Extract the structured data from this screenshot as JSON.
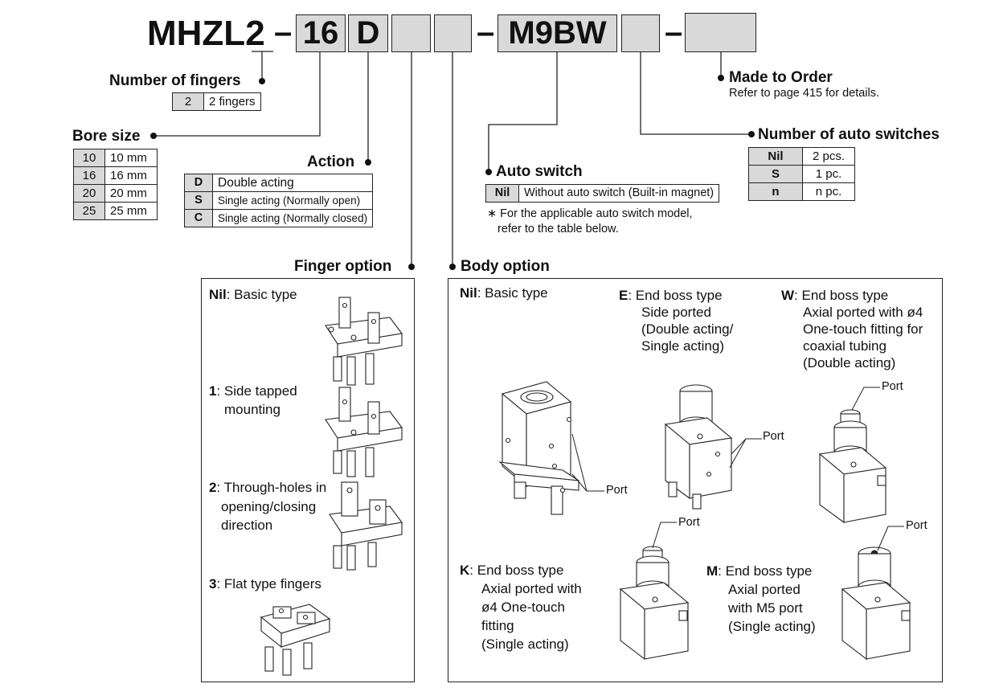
{
  "code": {
    "prefix": "MHZL",
    "fingers_value": "2",
    "dash1": "–",
    "bore_value": "16",
    "action_value": "D",
    "dash2": "–",
    "switch_value": "M9BW",
    "dash3": "–"
  },
  "fingers": {
    "title": "Number of fingers",
    "rows": [
      {
        "key": "2",
        "desc": "2 fingers"
      }
    ]
  },
  "bore": {
    "title": "Bore size",
    "rows": [
      {
        "key": "10",
        "desc": "10 mm"
      },
      {
        "key": "16",
        "desc": "16 mm"
      },
      {
        "key": "20",
        "desc": "20 mm"
      },
      {
        "key": "25",
        "desc": "25 mm"
      }
    ]
  },
  "action": {
    "title": "Action",
    "rows": [
      {
        "key": "D",
        "desc": "Double acting"
      },
      {
        "key": "S",
        "desc": "Single acting (Normally open)"
      },
      {
        "key": "C",
        "desc": "Single acting (Normally closed)"
      }
    ]
  },
  "auto_switch": {
    "title": "Auto switch",
    "key": "Nil",
    "desc": "Without auto switch (Built-in magnet)",
    "note_line1": "∗ For the applicable auto switch model,",
    "note_line2": "refer to the table below."
  },
  "num_switches": {
    "title": "Number of auto switches",
    "rows": [
      {
        "key": "Nil",
        "desc": "2 pcs."
      },
      {
        "key": "S",
        "desc": "1 pc."
      },
      {
        "key": "n",
        "desc": "n pc."
      }
    ]
  },
  "made_to_order": {
    "title": "Made to Order",
    "note": "Refer to page 415 for details."
  },
  "finger_option": {
    "title": "Finger option",
    "items": [
      {
        "key": "Nil",
        "line1": ": Basic type",
        "line2": "",
        "line3": ""
      },
      {
        "key": "1",
        "line1": ": Side tapped",
        "line2": "mounting",
        "line3": ""
      },
      {
        "key": "2",
        "line1": ": Through-holes in",
        "line2": "opening/closing",
        "line3": "direction"
      },
      {
        "key": "3",
        "line1": ": Flat type fingers",
        "line2": "",
        "line3": ""
      }
    ]
  },
  "body_option": {
    "title": "Body option",
    "port_label": "Port",
    "items": {
      "nil": {
        "key": "Nil",
        "lines": [
          ": Basic type"
        ]
      },
      "e": {
        "key": "E",
        "lines": [
          ": End boss type",
          "Side ported",
          "(Double acting/",
          "Single acting)"
        ]
      },
      "w": {
        "key": "W",
        "lines": [
          ": End boss type",
          "Axial ported with ø4",
          "One-touch fitting for",
          "coaxial tubing",
          "(Double acting)"
        ]
      },
      "k": {
        "key": "K",
        "lines": [
          ": End boss type",
          "Axial ported with",
          "ø4 One-touch",
          "fitting",
          "(Single acting)"
        ]
      },
      "m": {
        "key": "M",
        "lines": [
          ": End boss type",
          "Axial ported",
          "with M5 port",
          "(Single acting)"
        ]
      }
    }
  },
  "colors": {
    "box_fill": "#d9d9d9",
    "line": "#222222",
    "text": "#111111"
  }
}
